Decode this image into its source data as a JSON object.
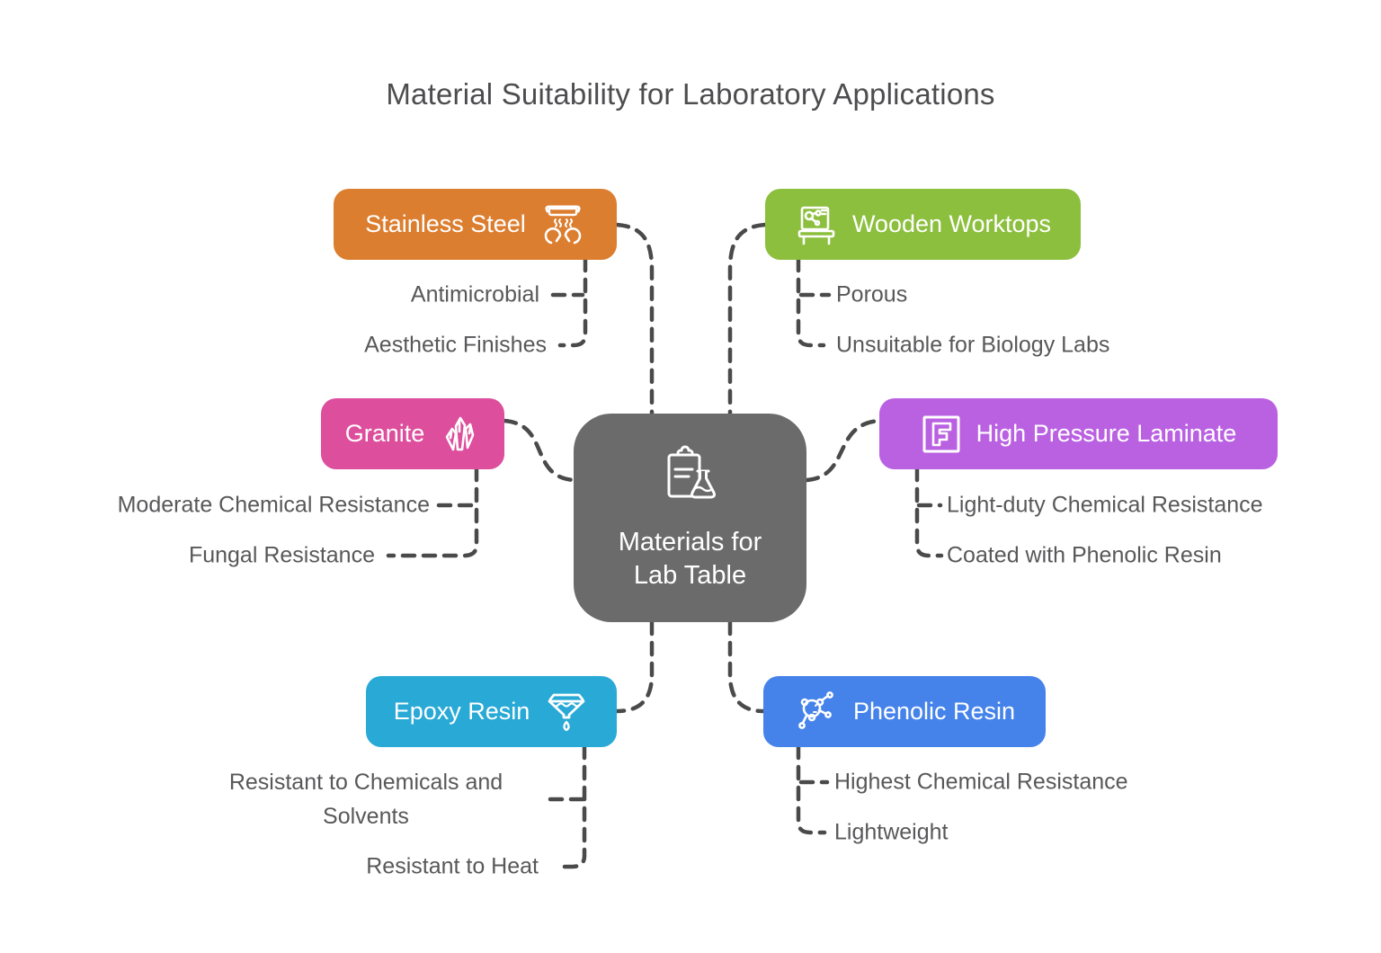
{
  "title": "Material Suitability for Laboratory Applications",
  "center": {
    "label": "Materials for Lab Table",
    "label_line1": "Materials for",
    "label_line2": "Lab Table",
    "color": "#6b6b6b",
    "icon": "clipboard-flask-icon"
  },
  "branches": [
    {
      "id": "stainless-steel",
      "label": "Stainless Steel",
      "color": "#dc7e30",
      "icon": "grill-steam-icon",
      "children": [
        "Antimicrobial",
        "Aesthetic Finishes"
      ]
    },
    {
      "id": "wooden-worktops",
      "label": "Wooden Worktops",
      "color": "#8cbf3e",
      "icon": "workbench-icon",
      "children": [
        "Porous",
        "Unsuitable for Biology Labs"
      ]
    },
    {
      "id": "granite",
      "label": "Granite",
      "color": "#dd4e9c",
      "icon": "crystal-icon",
      "children": [
        "Moderate Chemical Resistance",
        "Fungal Resistance"
      ]
    },
    {
      "id": "high-pressure-laminate",
      "label": "High Pressure Laminate",
      "color": "#ba61e2",
      "icon": "framed-f-laminate-icon",
      "children": [
        "Light-duty Chemical Resistance",
        "Coated with Phenolic Resin"
      ]
    },
    {
      "id": "epoxy-resin",
      "label": "Epoxy Resin",
      "color": "#29a9d6",
      "icon": "funnel-drop-icon",
      "children": [
        "Resistant to Chemicals and Solvents",
        "Resistant to Heat"
      ]
    },
    {
      "id": "phenolic-resin",
      "label": "Phenolic Resin",
      "color": "#4583ea",
      "icon": "molecule-icon",
      "children": [
        "Highest Chemical Resistance",
        "Lightweight"
      ]
    }
  ],
  "colors": {
    "connector": "#4a4a4a",
    "text_strong": "#4d4d4f",
    "text_sub": "#58585a"
  }
}
